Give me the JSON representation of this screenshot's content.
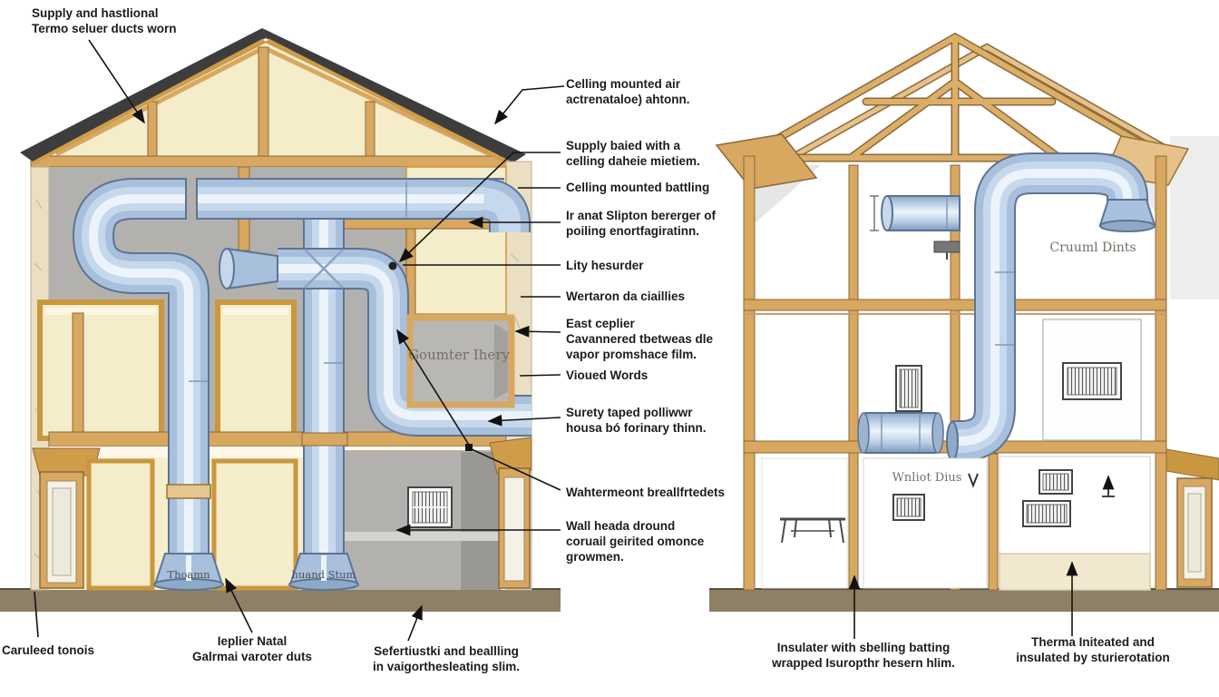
{
  "title": "House HVAC duct cross-section diagram (two panels)",
  "colors": {
    "duct_light": "#ecf3fa",
    "duct_mid": "#c6d8ec",
    "duct_base": "#a8c0db",
    "duct_edge": "#5d7495",
    "wood_tan": "#d9a760",
    "wood_dark": "#8a6a3a",
    "insulation_cream": "#f5ecca",
    "cavity_gray": "#b3b1ae",
    "roof_dark": "#3d3d3d",
    "ground_brown": "#8d8066",
    "siding_beige": "#eadfc2",
    "label_ink": "#1c1c1c"
  },
  "top_left_callout": {
    "lines": [
      "Supply and hastlional",
      "Termo seluer ducts worn"
    ]
  },
  "callouts_right": [
    {
      "lines": [
        "Celling mounted air",
        "actrenataloe) ahtonn."
      ]
    },
    {
      "lines": [
        "Supply baied with a",
        "celling daheie mietiem."
      ]
    },
    {
      "lines": [
        "Celling mounted battling"
      ]
    },
    {
      "lines": [
        "Ir anat Slipton bererger of",
        "poiling enortfagiratinn."
      ]
    },
    {
      "lines": [
        "Lity hesurder"
      ]
    },
    {
      "lines": [
        "Wertaron da ciaillies"
      ]
    },
    {
      "lines": [
        "East ceplier",
        "Cavannered tbetweas dle",
        "vapor promshace film."
      ]
    },
    {
      "lines": [
        "Vioued Words"
      ]
    },
    {
      "lines": [
        "Surety taped polliwwr",
        "housa bó forinary thinn."
      ]
    },
    {
      "lines": [
        "Wahtermeont breallfrtedets"
      ]
    },
    {
      "lines": [
        "Wall heada dround",
        "coruail geirited omonce",
        "growmen."
      ]
    }
  ],
  "callouts_bottom_left": [
    {
      "lines": [
        "Caruleed tonois"
      ]
    },
    {
      "lines": [
        "Ieplier Natal",
        "Galrmai varoter duts"
      ]
    },
    {
      "lines": [
        "Sefertiustki and beallling",
        "in vaigorthesleating slim."
      ]
    }
  ],
  "callouts_bottom_right": [
    {
      "lines": [
        "Insulater with sbelling batting",
        "wrapped Isuropthr hesern hlim."
      ]
    },
    {
      "lines": [
        "Therma Initeated and",
        "insulated by sturierotation"
      ]
    }
  ],
  "inline_labels": {
    "plenum_box": "Goumter Ihery",
    "flare_left": "Thoamn",
    "flare_right": "huand Stum",
    "right_house_attic": "Cruuml Dints",
    "right_house_room": "Wnliot Dius"
  }
}
